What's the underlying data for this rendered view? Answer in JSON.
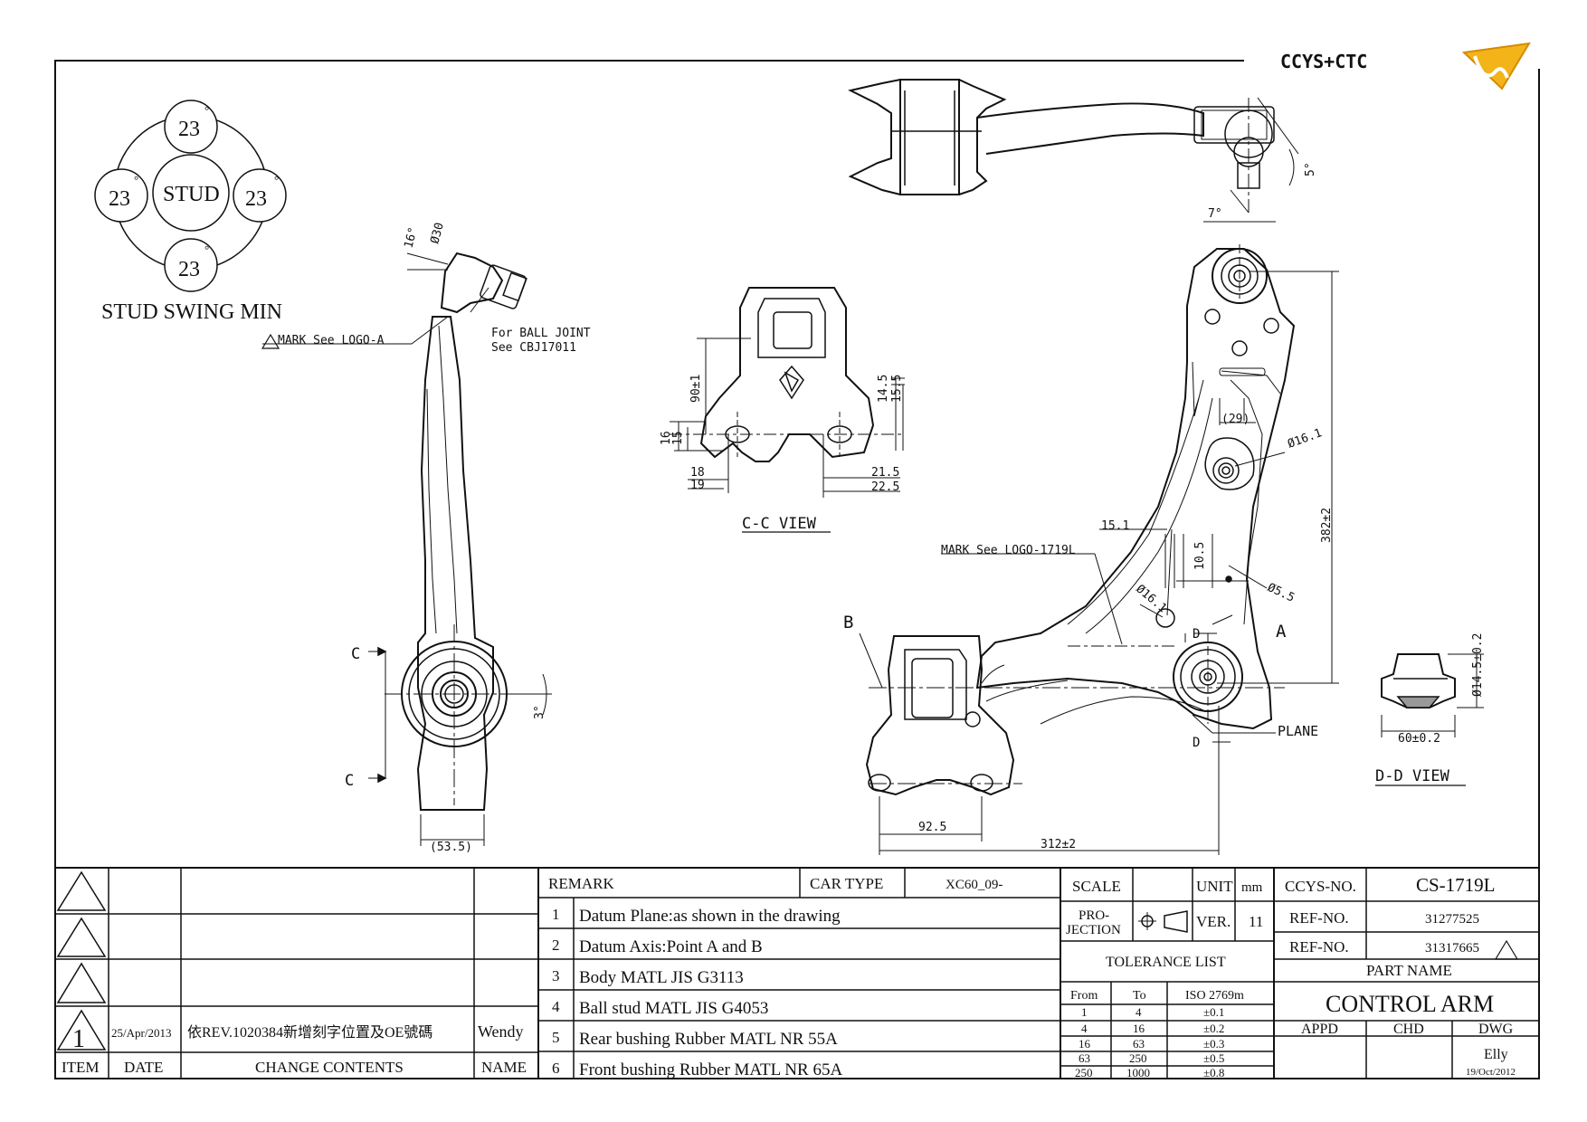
{
  "brand": {
    "logo_text": "CCYS+CTC"
  },
  "stud_swing": {
    "center_label": "STUD",
    "angles": [
      "23",
      "23",
      "23",
      "23"
    ],
    "degree_mark": "°",
    "caption": "STUD SWING MIN"
  },
  "side_view": {
    "angle_16": "16°",
    "dia_30": "Ø30",
    "mark_note": "MARK See LOGO-A",
    "ball_joint_note_1": "For BALL JOINT",
    "ball_joint_note_2": "See CBJ17011",
    "section_letter": "C",
    "angle_3": "3°",
    "dim_53_5": "(53.5)"
  },
  "top_view": {
    "angle_5": "5°",
    "angle_7": "7°"
  },
  "cc_view": {
    "title": "C-C VIEW",
    "dims": {
      "d90": "90±1",
      "d16": "16",
      "d15": "15",
      "d14_5": "14.5",
      "d15_5": "15.5",
      "d18": "18",
      "d19": "19",
      "d21_5": "21.5",
      "d22_5": "22.5"
    }
  },
  "main_view": {
    "dim_29": "(29)",
    "dia_16_1_upper": "Ø16.1",
    "dim_382": "382±2",
    "dim_15_1": "15.1",
    "dim_10_5": "10.5",
    "mark_note": "MARK See LOGO-1719L",
    "dia_16_1_lower": "Ø16.1",
    "dia_5_5": "Ø5.5",
    "point_a": "A",
    "point_b": "B",
    "section_d": "D",
    "plane": "PLANE",
    "dim_92_5": "92.5",
    "dim_312": "312±2"
  },
  "dd_view": {
    "title": "D-D VIEW",
    "dim_14_5": "Ø14.5±0.2",
    "dim_60": "60±0.2"
  },
  "revision_block": {
    "rows": [
      {
        "item": "",
        "date": "",
        "contents": "",
        "name": ""
      },
      {
        "item": "",
        "date": "",
        "contents": "",
        "name": ""
      },
      {
        "item": "",
        "date": "",
        "contents": "",
        "name": ""
      },
      {
        "item": "1",
        "date": "25/Apr/2013",
        "contents": "依REV.1020384新增刻字位置及OE號碼",
        "name": "Wendy"
      }
    ],
    "headers": {
      "item": "ITEM",
      "date": "DATE",
      "contents": "CHANGE CONTENTS",
      "name": "NAME"
    }
  },
  "remarks": {
    "header": "REMARK",
    "car_type_label": "CAR TYPE",
    "car_type": "XC60_09-",
    "items": [
      {
        "no": "1",
        "text": "Datum Plane:as shown in the drawing"
      },
      {
        "no": "2",
        "text": "Datum Axis:Point A and B"
      },
      {
        "no": "3",
        "text": "Body MATL JIS G3113"
      },
      {
        "no": "4",
        "text": "Ball stud MATL JIS G4053"
      },
      {
        "no": "5",
        "text": "Rear bushing Rubber MATL NR 55A"
      },
      {
        "no": "6",
        "text": "Front bushing Rubber MATL NR 65A"
      }
    ]
  },
  "title_block": {
    "scale_label": "SCALE",
    "scale": "",
    "unit_label": "UNIT",
    "unit": "mm",
    "projection_label_1": "PRO-",
    "projection_label_2": "JECTION",
    "ver_label": "VER.",
    "ver": "11",
    "ccys_label": "CCYS-NO.",
    "ccys_no": "CS-1719L",
    "ref_label": "REF-NO.",
    "ref_1": "31277525",
    "ref_2": "31317665",
    "tolerance_title": "TOLERANCE LIST",
    "tol_headers": {
      "from": "From",
      "to": "To",
      "iso": "ISO 2769m"
    },
    "tolerances": [
      {
        "from": "1",
        "to": "4",
        "tol": "±0.1"
      },
      {
        "from": "4",
        "to": "16",
        "tol": "±0.2"
      },
      {
        "from": "16",
        "to": "63",
        "tol": "±0.3"
      },
      {
        "from": "63",
        "to": "250",
        "tol": "±0.5"
      },
      {
        "from": "250",
        "to": "1000",
        "tol": "±0.8"
      }
    ],
    "part_name_label": "PART NAME",
    "part_name": "CONTROL ARM",
    "appd": "APPD",
    "chd": "CHD",
    "dwg": "DWG",
    "drawn_by": "Elly",
    "drawn_date": "19/Oct/2012"
  }
}
